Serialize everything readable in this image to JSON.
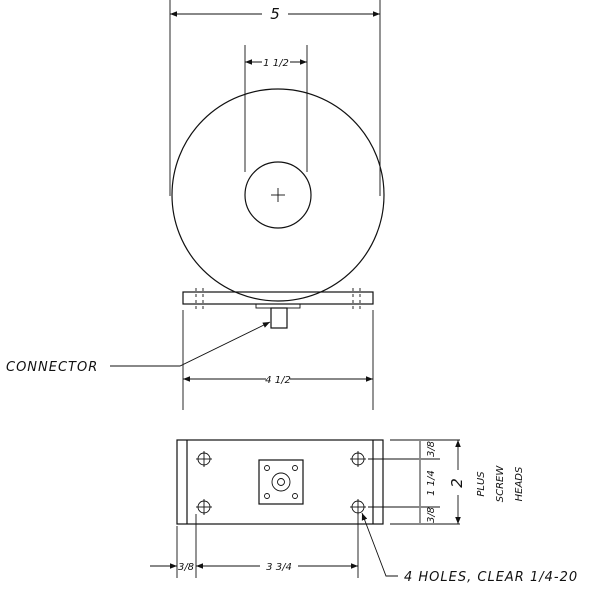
{
  "drawing": {
    "dimensions": {
      "overall_width": "5",
      "hub_diameter": "1 1/2",
      "base_width": "4 1/2",
      "base_depth": "2",
      "end_margin_top": "3/8",
      "end_margin_bottom": "3/8",
      "hole_spacing_v": "1 1/4",
      "hole_spacing_h": "3 3/4",
      "hole_offset": "3/8"
    },
    "labels": {
      "connector": "CONNECTOR",
      "holes": "4 HOLES, CLEAR 1/4-20",
      "plus": "PLUS",
      "screw": "SCREW",
      "heads": "HEADS"
    }
  }
}
